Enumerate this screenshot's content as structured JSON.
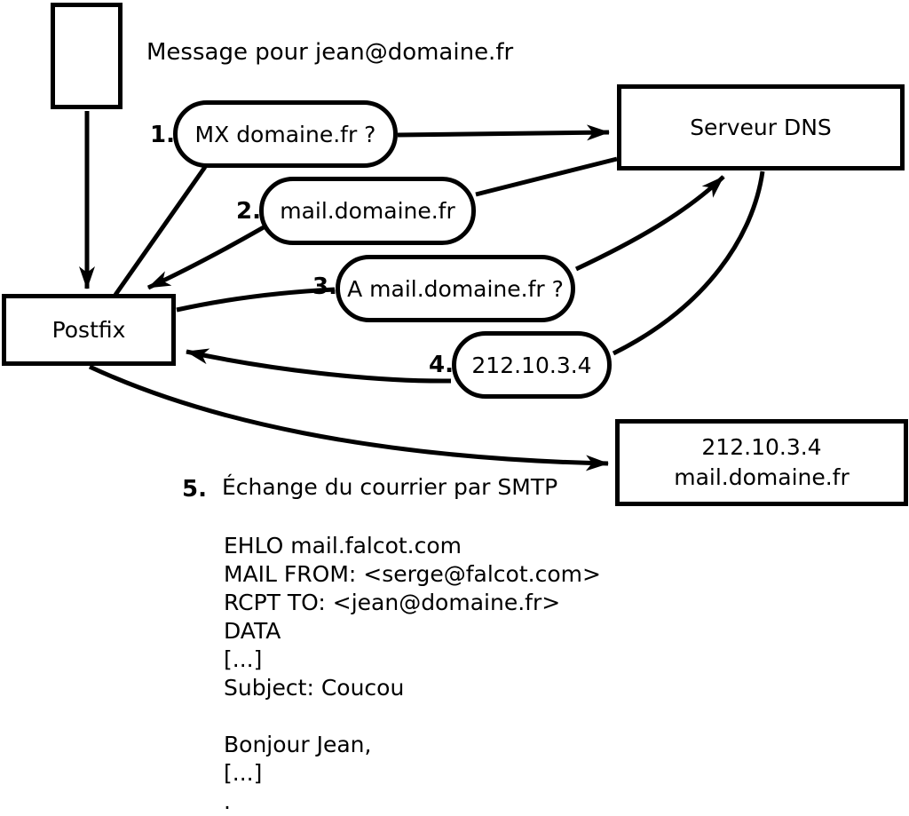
{
  "colors": {
    "ink": "#000000",
    "paper": "#ffffff"
  },
  "header": {
    "message_label": "Message pour jean@domaine.fr"
  },
  "nodes": {
    "postfix": {
      "label": "Postfix"
    },
    "dns_server": {
      "label": "Serveur DNS"
    },
    "mail_server": {
      "line1": "212.10.3.4",
      "line2": "mail.domaine.fr"
    }
  },
  "steps": [
    {
      "num": "1.",
      "label": "MX domaine.fr ?"
    },
    {
      "num": "2.",
      "label": "mail.domaine.fr"
    },
    {
      "num": "3.",
      "label": "A mail.domaine.fr ?"
    },
    {
      "num": "4.",
      "label": "212.10.3.4"
    },
    {
      "num": "5.",
      "label": "Échange du courrier par SMTP"
    }
  ],
  "smtp": {
    "lines": [
      "EHLO mail.falcot.com",
      "MAIL FROM: <serge@falcot.com>",
      "RCPT TO: <jean@domaine.fr>",
      "DATA",
      "[...]",
      "Subject: Coucou",
      "",
      "Bonjour Jean,",
      "[...]",
      "."
    ]
  }
}
